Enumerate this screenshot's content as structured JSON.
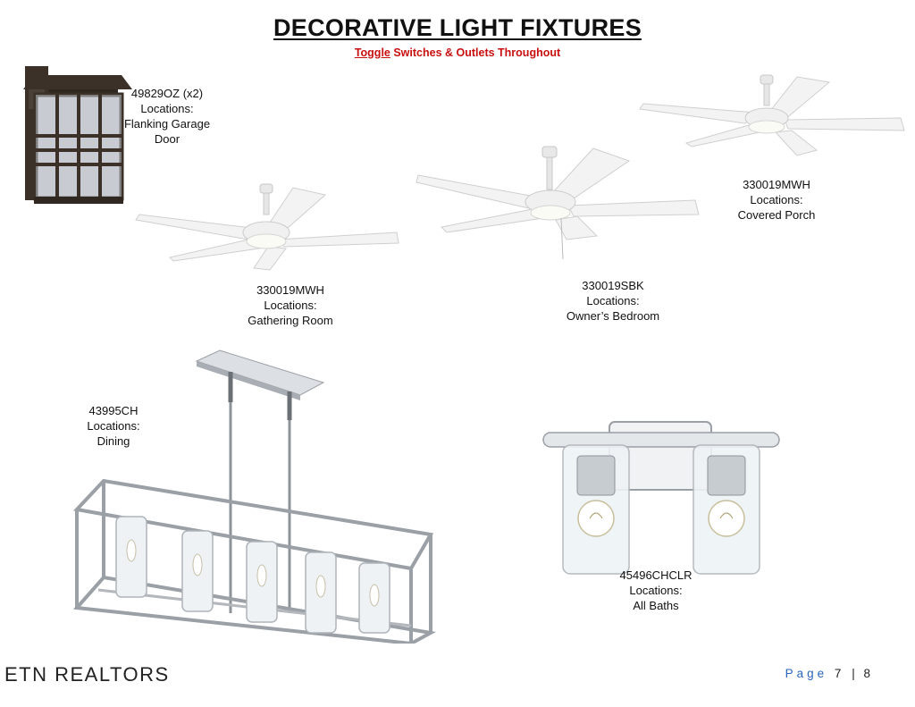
{
  "header": {
    "title": "DECORATIVE LIGHT FIXTURES",
    "subtitle_emphasis": "Toggle",
    "subtitle_rest": " Switches & Outlets Throughout"
  },
  "fixtures": [
    {
      "model": "49829OZ (x2)",
      "lines": [
        "Locations:",
        "Flanking Garage",
        "Door"
      ],
      "icon": "outdoor-lantern"
    },
    {
      "model": "330019MWH",
      "lines": [
        "Locations:",
        "Gathering Room"
      ],
      "icon": "ceiling-fan-white"
    },
    {
      "model": "330019SBK",
      "lines": [
        "Locations:",
        "Owner’s Bedroom"
      ],
      "icon": "ceiling-fan-white"
    },
    {
      "model": "330019MWH",
      "lines": [
        "Locations:",
        "Covered Porch"
      ],
      "icon": "ceiling-fan-white"
    },
    {
      "model": "43995CH",
      "lines": [
        "Locations:",
        "Dining"
      ],
      "icon": "linear-chandelier"
    },
    {
      "model": "45496CHCLR",
      "lines": [
        "Locations:",
        "All Baths"
      ],
      "icon": "two-light-vanity"
    }
  ],
  "footer": {
    "brand": "ETN REALTORS",
    "page_word": "Page",
    "page_current": "7",
    "separator": "|",
    "page_total": "8"
  },
  "colors": {
    "subtitle": "#c81010",
    "page_word": "#2a66b8",
    "lantern_bronze": "#3b3129",
    "chrome": "#b8bcc2"
  }
}
